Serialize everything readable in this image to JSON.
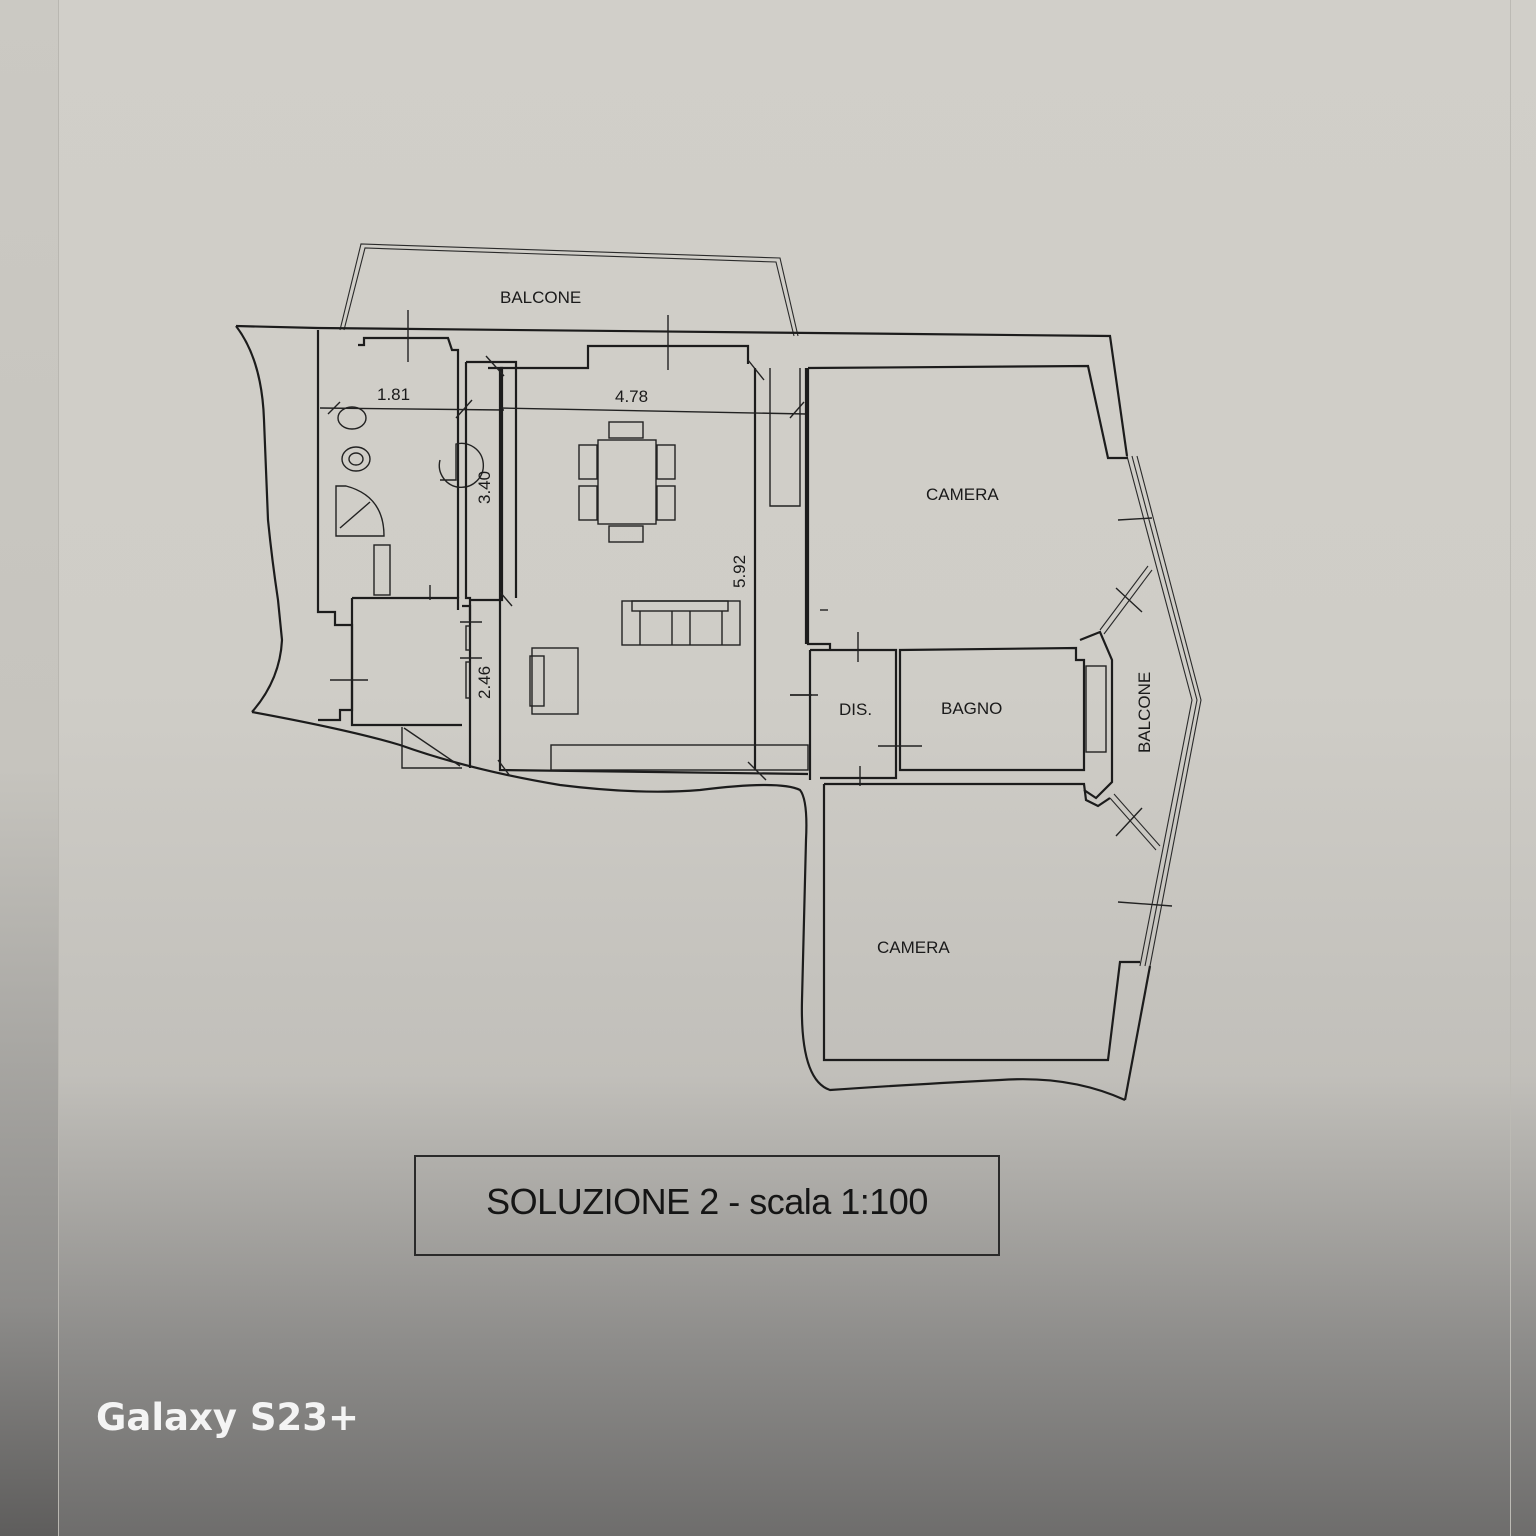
{
  "drawing": {
    "rooms": {
      "balcone_top": "BALCONE",
      "camera_top": "CAMERA",
      "dis": "DIS.",
      "bagno": "BAGNO",
      "balcone_right": "BALCONE",
      "camera_bottom": "CAMERA"
    },
    "dimensions": {
      "bath_width": "1.81",
      "living_width": "4.78",
      "bath_depth": "3.40",
      "living_depth": "5.92",
      "entry_depth": "2.46"
    },
    "title": "SOLUZIONE 2 - scala 1:100"
  },
  "watermark": "Galaxy S23+",
  "colors": {
    "paper": "#cfcdc7",
    "ink": "#1c1c1c",
    "watermark_text": "#f4f4f4"
  }
}
